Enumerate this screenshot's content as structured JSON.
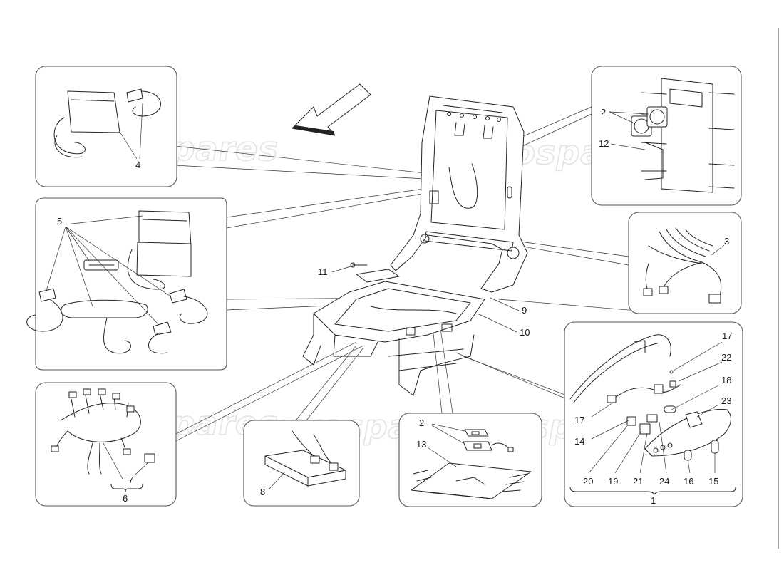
{
  "watermark": {
    "text": "eurospares"
  },
  "callouts": {
    "c1": "1",
    "c2a": "2",
    "c2b": "2",
    "c3": "3",
    "c4": "4",
    "c5": "5",
    "c6": "6",
    "c7": "7",
    "c8": "8",
    "c9": "9",
    "c10": "10",
    "c11": "11",
    "c12": "12",
    "c13": "13",
    "c14": "14",
    "c15": "15",
    "c16": "16",
    "c17a": "17",
    "c17b": "17",
    "c18": "18",
    "c19": "19",
    "c20": "20",
    "c21": "21",
    "c22": "22",
    "c23": "23",
    "c24": "24"
  },
  "icons": {
    "direction_arrow": "arrow-icon",
    "seat_frame": "seat-frame-icon"
  }
}
